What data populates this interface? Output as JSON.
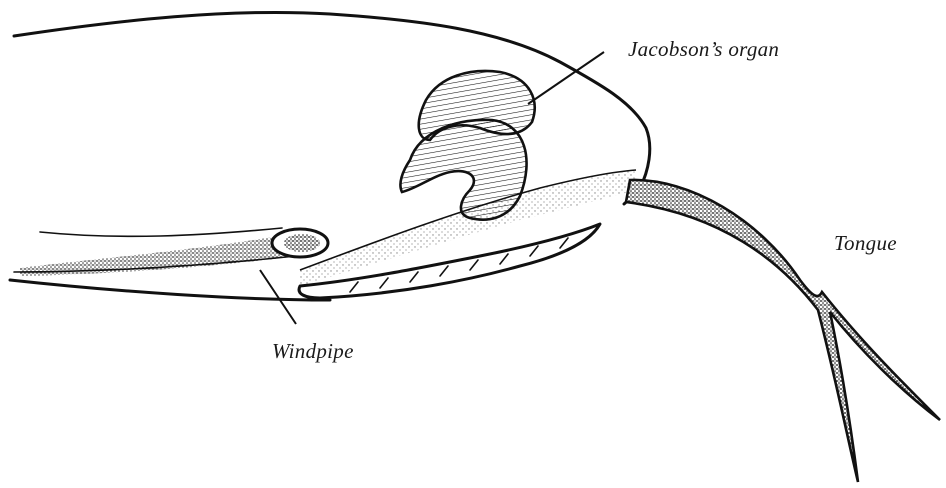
{
  "labels": {
    "jacobsons_organ": "Jacobson’s organ",
    "tongue": "Tongue",
    "windpipe": "Windpipe"
  },
  "colors": {
    "ink": "#111111",
    "paper": "#ffffff"
  }
}
